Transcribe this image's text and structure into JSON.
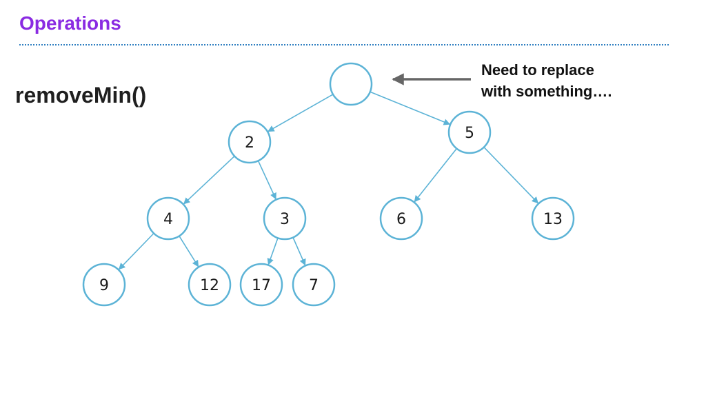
{
  "header": {
    "title": "Operations"
  },
  "operation": {
    "label": "removeMin()"
  },
  "annotation": {
    "line1": "Need to replace",
    "line2": "with something…."
  },
  "colors": {
    "title": "#8a2be2",
    "node_stroke": "#5cb3d6",
    "arrow": "#666666"
  },
  "tree": {
    "nodes": [
      {
        "id": "root",
        "label": ""
      },
      {
        "id": "n2",
        "label": "2"
      },
      {
        "id": "n5",
        "label": "5"
      },
      {
        "id": "n4",
        "label": "4"
      },
      {
        "id": "n3",
        "label": "3"
      },
      {
        "id": "n6",
        "label": "6"
      },
      {
        "id": "n13",
        "label": "13"
      },
      {
        "id": "n9",
        "label": "9"
      },
      {
        "id": "n12",
        "label": "12"
      },
      {
        "id": "n17",
        "label": "17"
      },
      {
        "id": "n7",
        "label": "7"
      }
    ],
    "edges": [
      [
        "root",
        "n2"
      ],
      [
        "root",
        "n5"
      ],
      [
        "n2",
        "n4"
      ],
      [
        "n2",
        "n3"
      ],
      [
        "n5",
        "n6"
      ],
      [
        "n5",
        "n13"
      ],
      [
        "n4",
        "n9"
      ],
      [
        "n4",
        "n12"
      ],
      [
        "n3",
        "n17"
      ],
      [
        "n3",
        "n7"
      ]
    ]
  }
}
